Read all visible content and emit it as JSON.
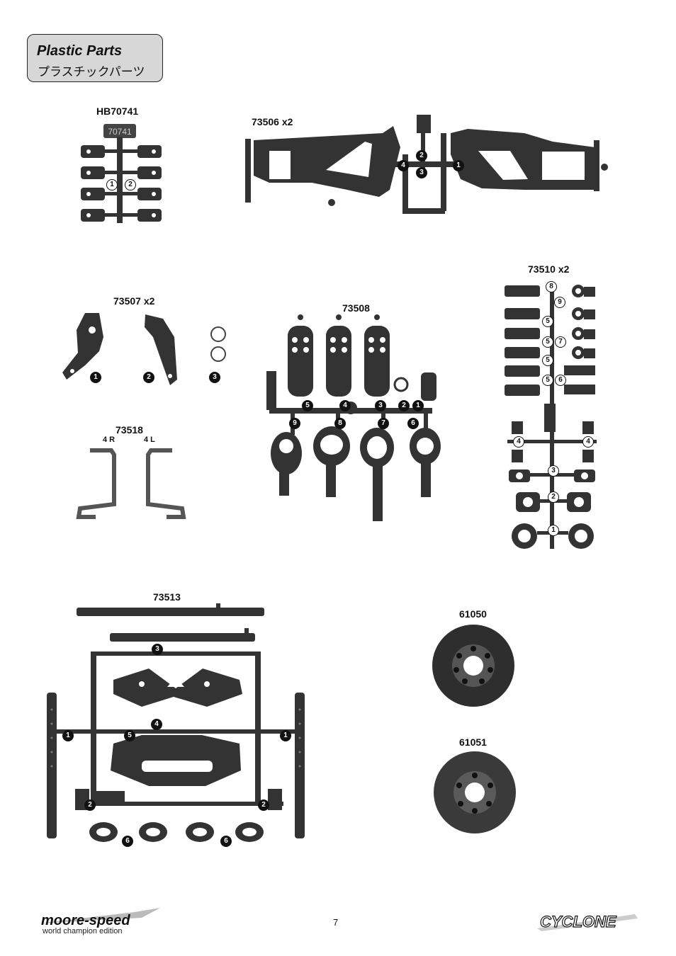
{
  "header": {
    "title": "Plastic Parts",
    "subtitle": "プラスチックパーツ"
  },
  "parts": {
    "hb70741": {
      "label": "HB70741",
      "stamp": "70741",
      "nums": [
        "1",
        "2"
      ]
    },
    "p73506": {
      "label": "73506 x2",
      "nums": [
        "2",
        "4",
        "3",
        "1"
      ]
    },
    "p73507": {
      "label": "73507 x2",
      "nums": [
        "1",
        "2",
        "3"
      ]
    },
    "p73508": {
      "label": "73508",
      "nums": [
        "5",
        "4",
        "3",
        "2",
        "1",
        "9",
        "8",
        "7",
        "6"
      ]
    },
    "p73510": {
      "label": "73510 x2",
      "nums": [
        "8",
        "9",
        "5",
        "5",
        "7",
        "5",
        "5",
        "6",
        "4",
        "4",
        "3",
        "2",
        "1"
      ]
    },
    "p73518": {
      "label": "73518",
      "right": "4 R",
      "left": "4 L"
    },
    "p73513": {
      "label": "73513",
      "nums": [
        "3",
        "4",
        "1",
        "5",
        "1",
        "2",
        "2",
        "6",
        "6"
      ]
    },
    "p61050": {
      "label": "61050"
    },
    "p61051": {
      "label": "61051"
    }
  },
  "footer": {
    "page": "7",
    "brand_left": "moore-speed",
    "brand_left_sub": "world champion edition",
    "brand_right": "CYCLONE"
  },
  "colors": {
    "part": "#2b2b2b",
    "box": "#d7d7d7"
  }
}
